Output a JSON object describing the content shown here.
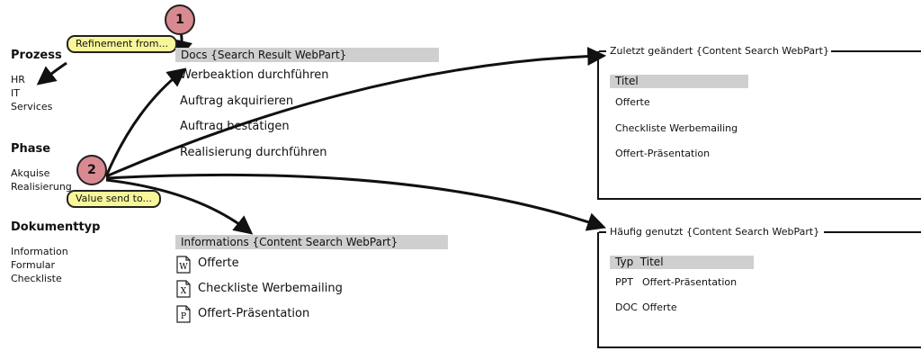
{
  "filters": [
    {
      "heading": "Prozess",
      "items": [
        "HR",
        "IT",
        "Services"
      ]
    },
    {
      "heading": "Phase",
      "items": [
        "Akquise",
        "Realisierung"
      ]
    },
    {
      "heading": "Dokumenttyp",
      "items": [
        "Information",
        "Formular",
        "Checkliste"
      ]
    }
  ],
  "callouts": {
    "refinement": "Refinement from...",
    "value_send": "Value send to..."
  },
  "badges": {
    "one": "1",
    "two": "2"
  },
  "docs_webpart": {
    "title": "Docs {Search Result WebPart}",
    "items": [
      "Werbeaktion durchführen",
      "Auftrag akquirieren",
      "Auftrag bestätigen",
      "Realisierung durchführen"
    ]
  },
  "informations_webpart": {
    "title": "Informations {Content Search WebPart}",
    "items": [
      {
        "icon": "word-doc-icon",
        "letter": "W",
        "label": "Offerte"
      },
      {
        "icon": "excel-doc-icon",
        "letter": "X",
        "label": "Checkliste Werbemailing"
      },
      {
        "icon": "powerpoint-doc-icon",
        "letter": "P",
        "label": "Offert-Präsentation"
      }
    ]
  },
  "recent_webpart": {
    "title": "Zuletzt geändert {Content Search WebPart}",
    "column_header": "Titel",
    "items": [
      "Offerte",
      "Checkliste Werbemailing",
      "Offert-Präsentation"
    ]
  },
  "frequent_webpart": {
    "title": "Häufig genutzt {Content Search WebPart}",
    "column_header": "Typ  Titel",
    "rows": [
      {
        "type": "PPT",
        "title": "Offert-Präsentation"
      },
      {
        "type": "DOC",
        "title": "Offerte"
      }
    ]
  }
}
